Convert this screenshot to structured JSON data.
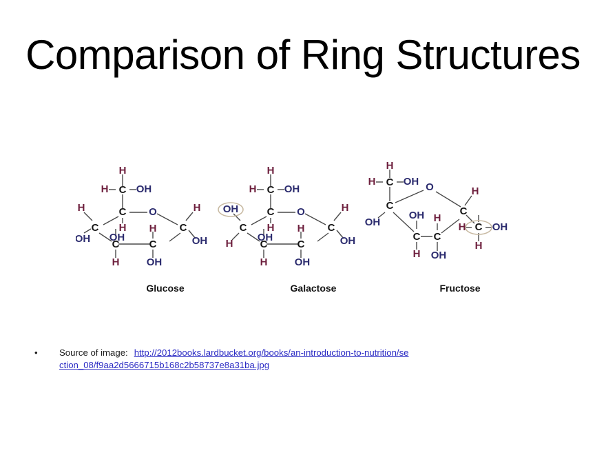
{
  "slide": {
    "title": "Comparison of Ring Structures",
    "background_color": "#ffffff"
  },
  "figure": {
    "name": "monosaccharide-ring-structures",
    "colors": {
      "carbon": "#141414",
      "hydrogen": "#6d1f3d",
      "oxygen": "#2b2b6e",
      "bond": "#4a4a4a",
      "highlight_ellipse": "#c9bba4"
    },
    "molecules": [
      {
        "id": "glucose",
        "caption": "Glucose",
        "ring": "pyranose-six-membered",
        "highlight": null,
        "atoms": [
          "H",
          "H",
          "C",
          "OH",
          "C",
          "O",
          "H",
          "C",
          "OH",
          "H",
          "C",
          "OH",
          "OH",
          "C",
          "C",
          "H",
          "OH"
        ]
      },
      {
        "id": "galactose",
        "caption": "Galactose",
        "ring": "pyranose-six-membered",
        "highlight": "OH",
        "highlight_position": "upper-left",
        "atoms": [
          "H",
          "H",
          "C",
          "OH",
          "OH",
          "C",
          "O",
          "H",
          "C",
          "OH",
          "H",
          "C",
          "H",
          "C",
          "C",
          "H",
          "OH",
          "OH"
        ]
      },
      {
        "id": "fructose",
        "caption": "Fructose",
        "ring": "furanose-five-membered",
        "highlight": "C",
        "highlight_position": "right",
        "atoms": [
          "H",
          "H",
          "C",
          "OH",
          "O",
          "C",
          "OH",
          "OH",
          "C",
          "H",
          "C",
          "H",
          "C",
          "OH",
          "H",
          "C",
          "OH",
          "H"
        ]
      }
    ]
  },
  "source": {
    "bullet": "•",
    "label": "Source of image:",
    "url": "http://2012books.lardbucket.org/books/an-introduction-to-nutrition/section_08/f9aa2d5666715b168c2b58737e8a31ba.jpg",
    "link_color": "#2b2bc4"
  }
}
